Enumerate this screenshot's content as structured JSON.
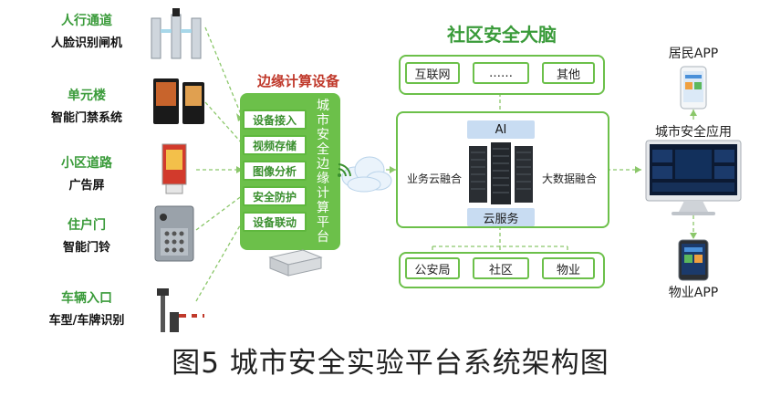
{
  "devices": [
    {
      "category": "人行通道",
      "name": "人脸识别闸机"
    },
    {
      "category": "单元楼",
      "name": "智能门禁系统"
    },
    {
      "category": "小区道路",
      "name": "广告屏"
    },
    {
      "category": "住户门",
      "name": "智能门铃"
    },
    {
      "category": "车辆入口",
      "name": "车型/车牌识别"
    }
  ],
  "edge": {
    "title": "边缘计算设备",
    "vertical_label": "城市安全边缘计算平台",
    "items": [
      "设备接入",
      "视频存储",
      "图像分析",
      "安全防护",
      "设备联动"
    ]
  },
  "brain": {
    "title": "社区安全大脑",
    "top_sources": [
      "互联网",
      "……",
      "其他"
    ],
    "ai_label": "AI",
    "left_label": "业务云融合",
    "right_label": "大数据融合",
    "bottom_label": "云服务",
    "bottom_targets": [
      "公安局",
      "社区",
      "物业"
    ]
  },
  "apps": {
    "resident_app": "居民APP",
    "city_app": "城市安全应用",
    "property_app": "物业APP"
  },
  "caption": "图5  城市安全实验平台系统架构图",
  "colors": {
    "accent_green": "#6cc04a",
    "label_green": "#3a9b3a",
    "title_red": "#c0392b",
    "blue_bar": "#c8dcf2"
  }
}
